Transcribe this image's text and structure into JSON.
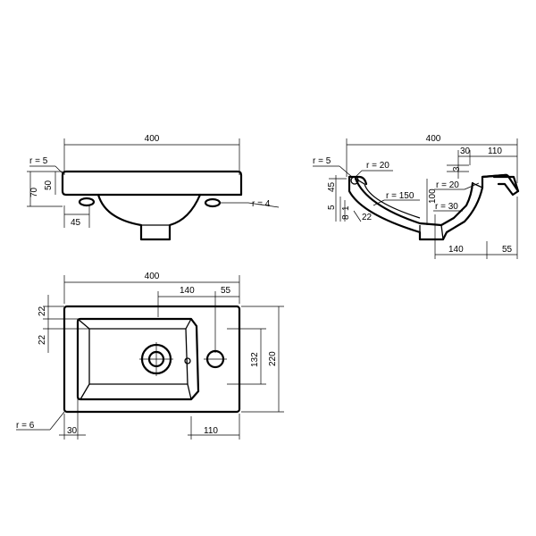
{
  "front_view": {
    "width": "400",
    "r_left": "r = 5",
    "r_right": "r = 4",
    "h70": "70",
    "h50": "50",
    "d45": "45"
  },
  "side_view": {
    "width": "400",
    "r5": "r = 5",
    "r20a": "r = 20",
    "r20b": "r = 20",
    "r150": "r = 150",
    "r30": "r = 30",
    "d30": "30",
    "d110": "110",
    "d3": "3",
    "d45": "45",
    "d5": "5",
    "d1": "1",
    "d8": "8",
    "d22": "22",
    "d100": "100",
    "d140": "140",
    "d55": "55"
  },
  "top_view": {
    "width": "400",
    "d140": "140",
    "d55": "55",
    "d22a": "22",
    "d22b": "22",
    "d132": "132",
    "d220": "220",
    "r6": "r = 6",
    "d30": "30",
    "d110": "110"
  }
}
